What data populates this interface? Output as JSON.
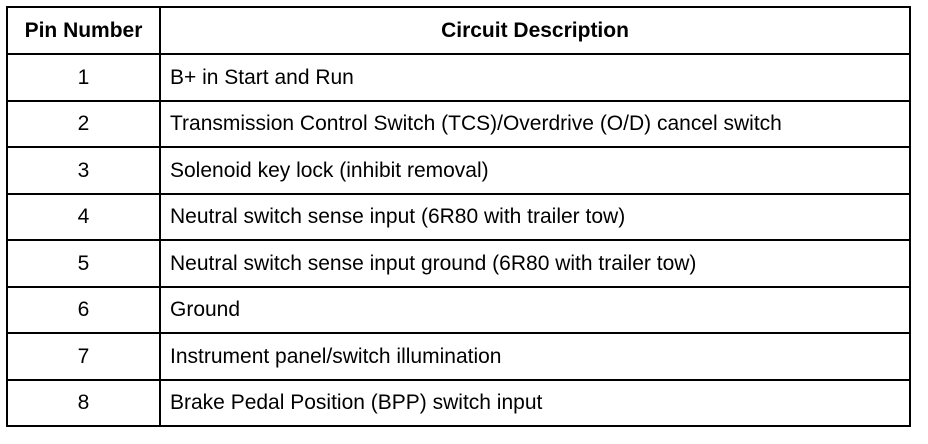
{
  "table": {
    "headers": {
      "pin": "Pin Number",
      "description": "Circuit Description"
    },
    "rows": [
      {
        "pin": "1",
        "description": "B+ in Start and Run"
      },
      {
        "pin": "2",
        "description": "Transmission Control Switch (TCS)/Overdrive (O/D) cancel switch"
      },
      {
        "pin": "3",
        "description": "Solenoid key lock (inhibit removal)"
      },
      {
        "pin": "4",
        "description": "Neutral switch sense input (6R80 with trailer tow)"
      },
      {
        "pin": "5",
        "description": "Neutral switch sense input ground (6R80 with trailer tow)"
      },
      {
        "pin": "6",
        "description": "Ground"
      },
      {
        "pin": "7",
        "description": "Instrument panel/switch illumination"
      },
      {
        "pin": "8",
        "description": "Brake Pedal Position (BPP) switch input"
      }
    ]
  }
}
